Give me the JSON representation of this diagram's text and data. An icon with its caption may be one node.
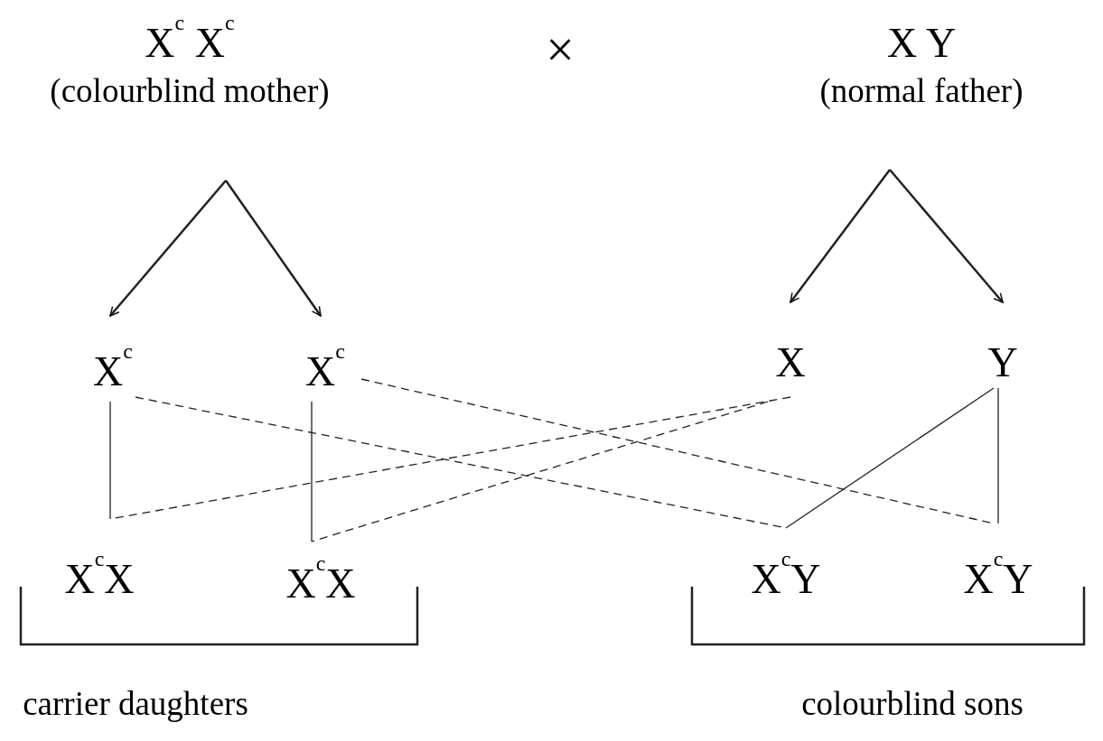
{
  "diagram": {
    "nodes": [
      {
        "text": [
          "X$^{c}$ X$^{c}$",
          "(colourblind mother)"
        ]
      },
      {
        "text": [
          "X Y",
          "(normal father)"
        ]
      },
      {
        "text": [
          "X$^{c}$"
        ]
      },
      {
        "text": [
          "X$^{c}$"
        ]
      },
      {
        "text": [
          "X"
        ]
      },
      {
        "text": [
          "Y"
        ]
      },
      {
        "text": [
          "X$^{c}$X"
        ]
      },
      {
        "text": [
          "X$^{c}$X"
        ]
      },
      {
        "text": [
          "X$^{c}$Y"
        ]
      },
      {
        "text": [
          "X$^{c}$Y"
        ]
      }
    ],
    "edges": [
      {
        "from": 0,
        "to": 2,
        "arrow": "to"
      },
      {
        "from": 0,
        "to": 3,
        "arrow": "to"
      },
      {
        "from": 1,
        "to": 4,
        "arrow": "to"
      },
      {
        "from": 1,
        "to": 5,
        "arrow": "to"
      },
      {
        "from": 2,
        "to": 6,
        "arrow": "none"
      },
      {
        "from": 4,
        "to": 6,
        "arrow": "none",
        "style": "dashed"
      },
      {
        "from": 3,
        "to": 7,
        "arrow": "none"
      },
      {
        "from": 4,
        "to": 7,
        "arrow": "none",
        "style": "dashed"
      },
      {
        "from": 2,
        "to": 8,
        "arrow": "none",
        "style": "dashed"
      },
      {
        "from": 5,
        "to": 8,
        "arrow": "none"
      },
      {
        "from": 3,
        "to": 9,
        "arrow": "none",
        "style": "dashed"
      },
      {
        "from": 5,
        "to": 9,
        "arrow": "none"
      }
    ],
    "labels": [
      "×",
      "carrier daughters",
      "colourblind sons"
    ]
  }
}
